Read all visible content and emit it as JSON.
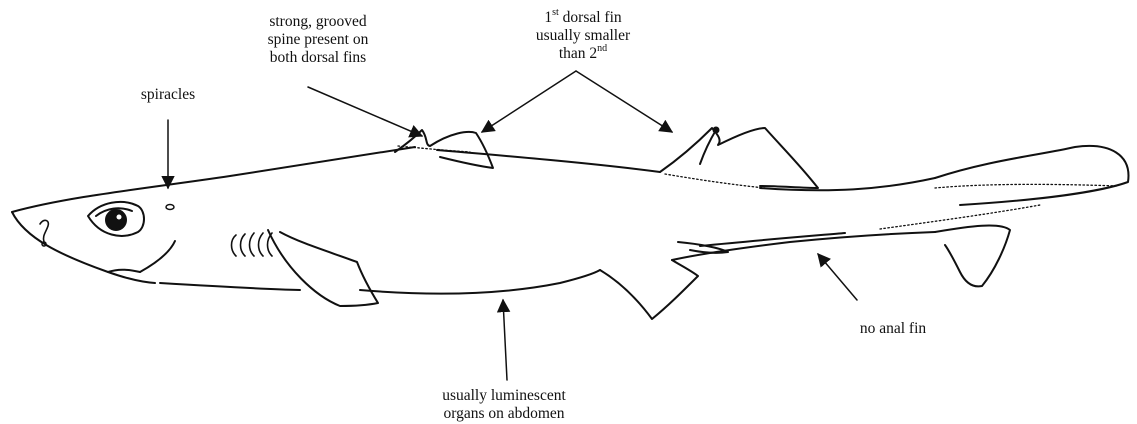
{
  "annotations": {
    "spine": {
      "line1": "strong, grooved",
      "line2": "spine present on",
      "line3": "both dorsal fins"
    },
    "dorsal": {
      "line1_num": "1",
      "line1_sup": "st",
      "line1_rest": " dorsal fin",
      "line2": "usually smaller",
      "line3_prefix": "than 2",
      "line3_sup": "nd"
    },
    "spiracles": "spiracles",
    "anal_fin": "no anal fin",
    "luminescent": {
      "line1": "usually luminescent",
      "line2": "organs on abdomen"
    }
  }
}
